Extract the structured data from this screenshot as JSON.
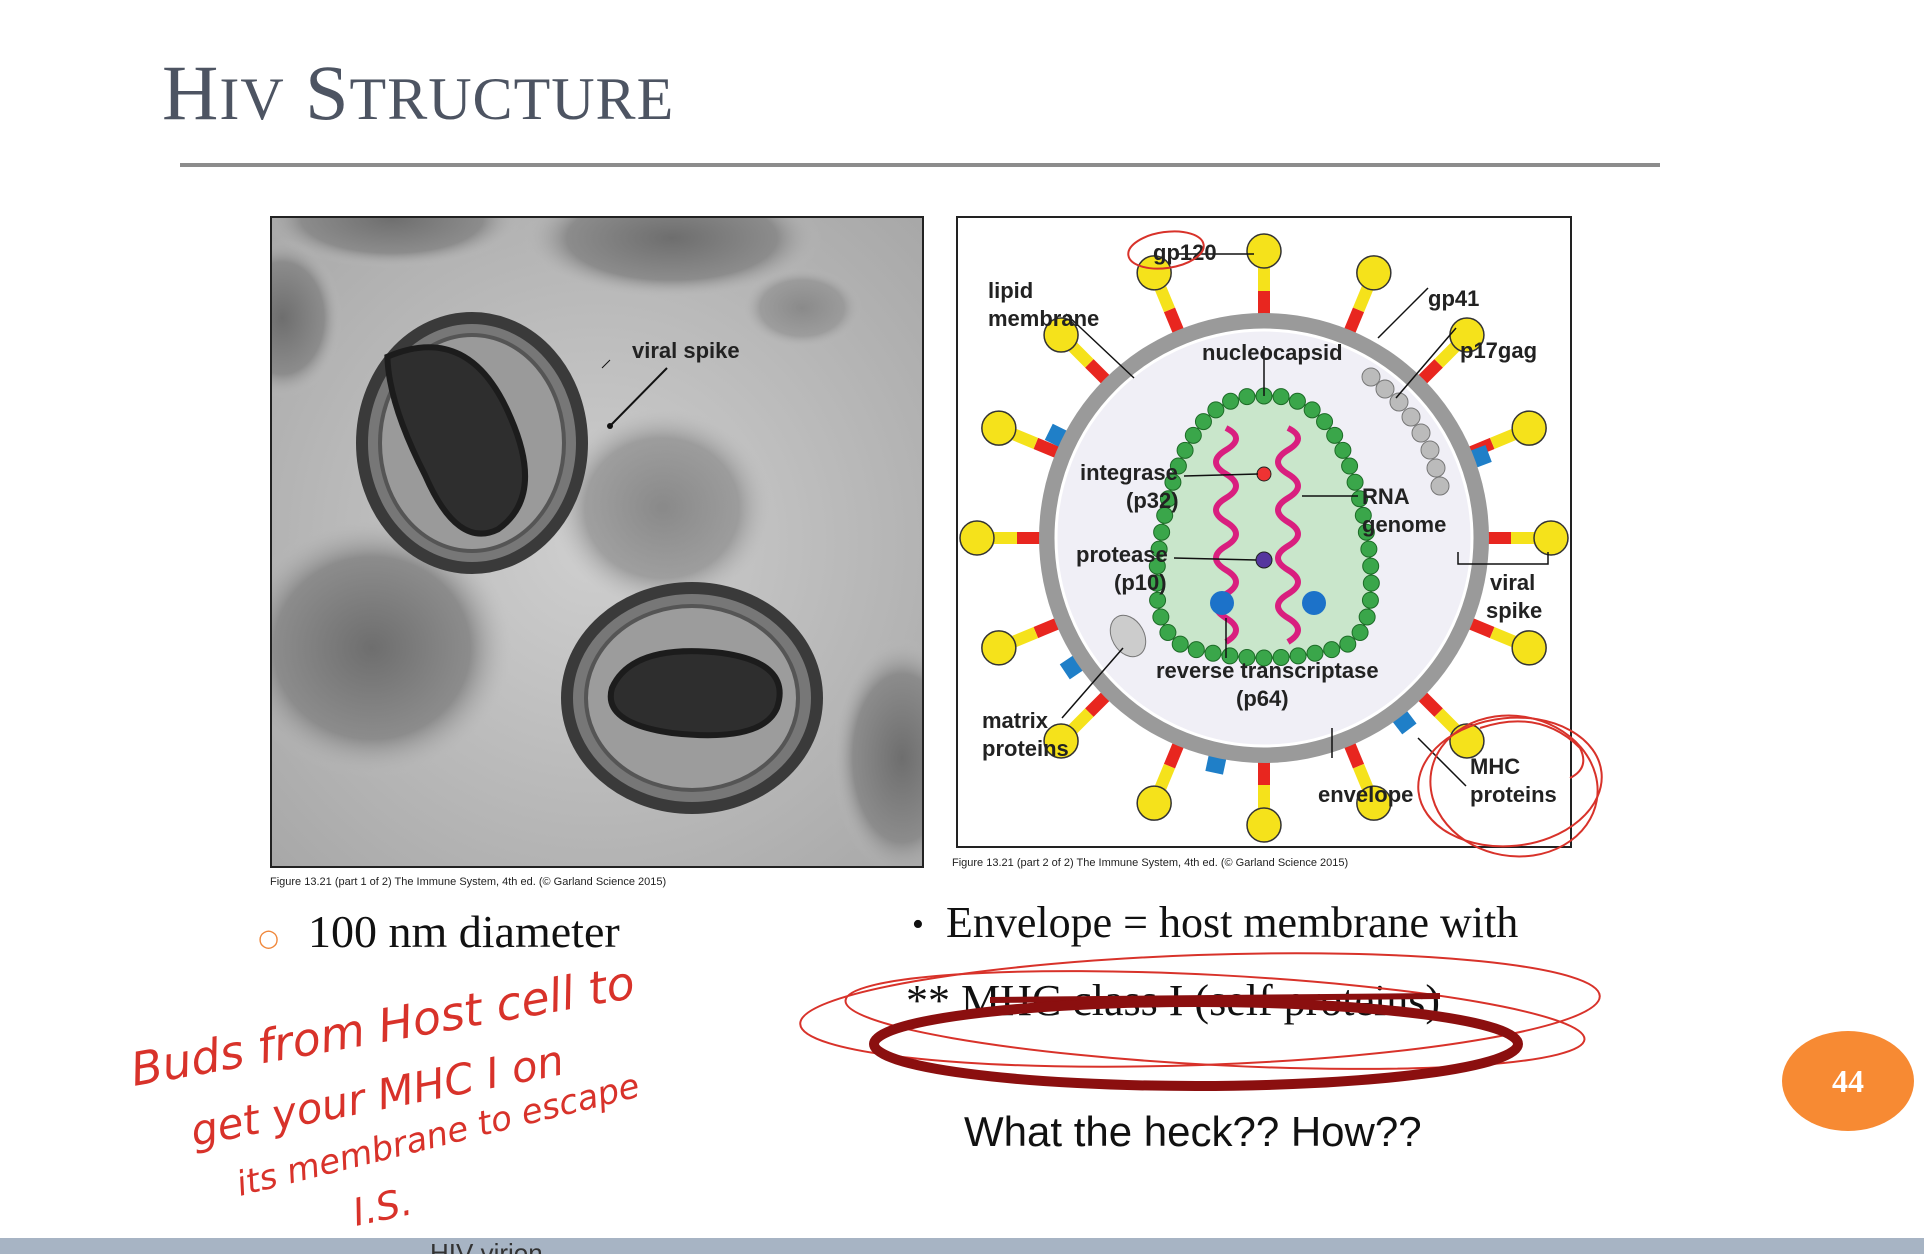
{
  "slide": {
    "title_first_initial": "H",
    "title_rest_caps": "IV",
    "title_second_initial": "S",
    "title_second_rest": "TRUCTURE",
    "page_number": "44",
    "footer_text": "HIV virion"
  },
  "figures": {
    "micrograph": {
      "label": "viral spike",
      "caption": "Figure 13.21 (part 1 of 2) The Immune System, 4th ed. (© Garland Science 2015)"
    },
    "diagram": {
      "caption": "Figure 13.21 (part 2 of 2) The Immune System, 4th ed. (© Garland Science 2015)",
      "labels": {
        "gp120": "gp120",
        "gp41": "gp41",
        "lipid_membrane_1": "lipid",
        "lipid_membrane_2": "membrane",
        "p17gag": "p17gag",
        "nucleocapsid": "nucleocapsid",
        "integrase_1": "integrase",
        "integrase_2": "(p32)",
        "rna_1": "RNA",
        "rna_2": "genome",
        "protease_1": "protease",
        "protease_2": "(p10)",
        "viral_spike_1": "viral",
        "viral_spike_2": "spike",
        "rt_1": "reverse transcriptase",
        "rt_2": "(p64)",
        "matrix_1": "matrix",
        "matrix_2": "proteins",
        "envelope": "envelope",
        "mhc_1": "MHC",
        "mhc_2": "proteins"
      }
    }
  },
  "bullets": [
    {
      "marker": "○",
      "text": "100 nm diameter"
    },
    {
      "marker": "•",
      "text": "Envelope = host membrane with"
    },
    {
      "marker": "",
      "text": "** MHC class I (self proteins)"
    }
  ],
  "question": "What the heck??  How??",
  "handwriting": {
    "line1": "Buds from Host cell to",
    "line2": "get your MHC I on",
    "line3": "its membrane to escape",
    "line4": "I.S."
  },
  "colors": {
    "title": "#4d5462",
    "accent_orange": "#f78a33",
    "annotation_red": "#d8322a",
    "dark_red_ellipse": "#8b0f0f",
    "spike_yellow": "#f5e21b",
    "spike_red": "#e8261f",
    "capsid_green": "#3aa64a",
    "rna_magenta": "#d91f7f"
  }
}
